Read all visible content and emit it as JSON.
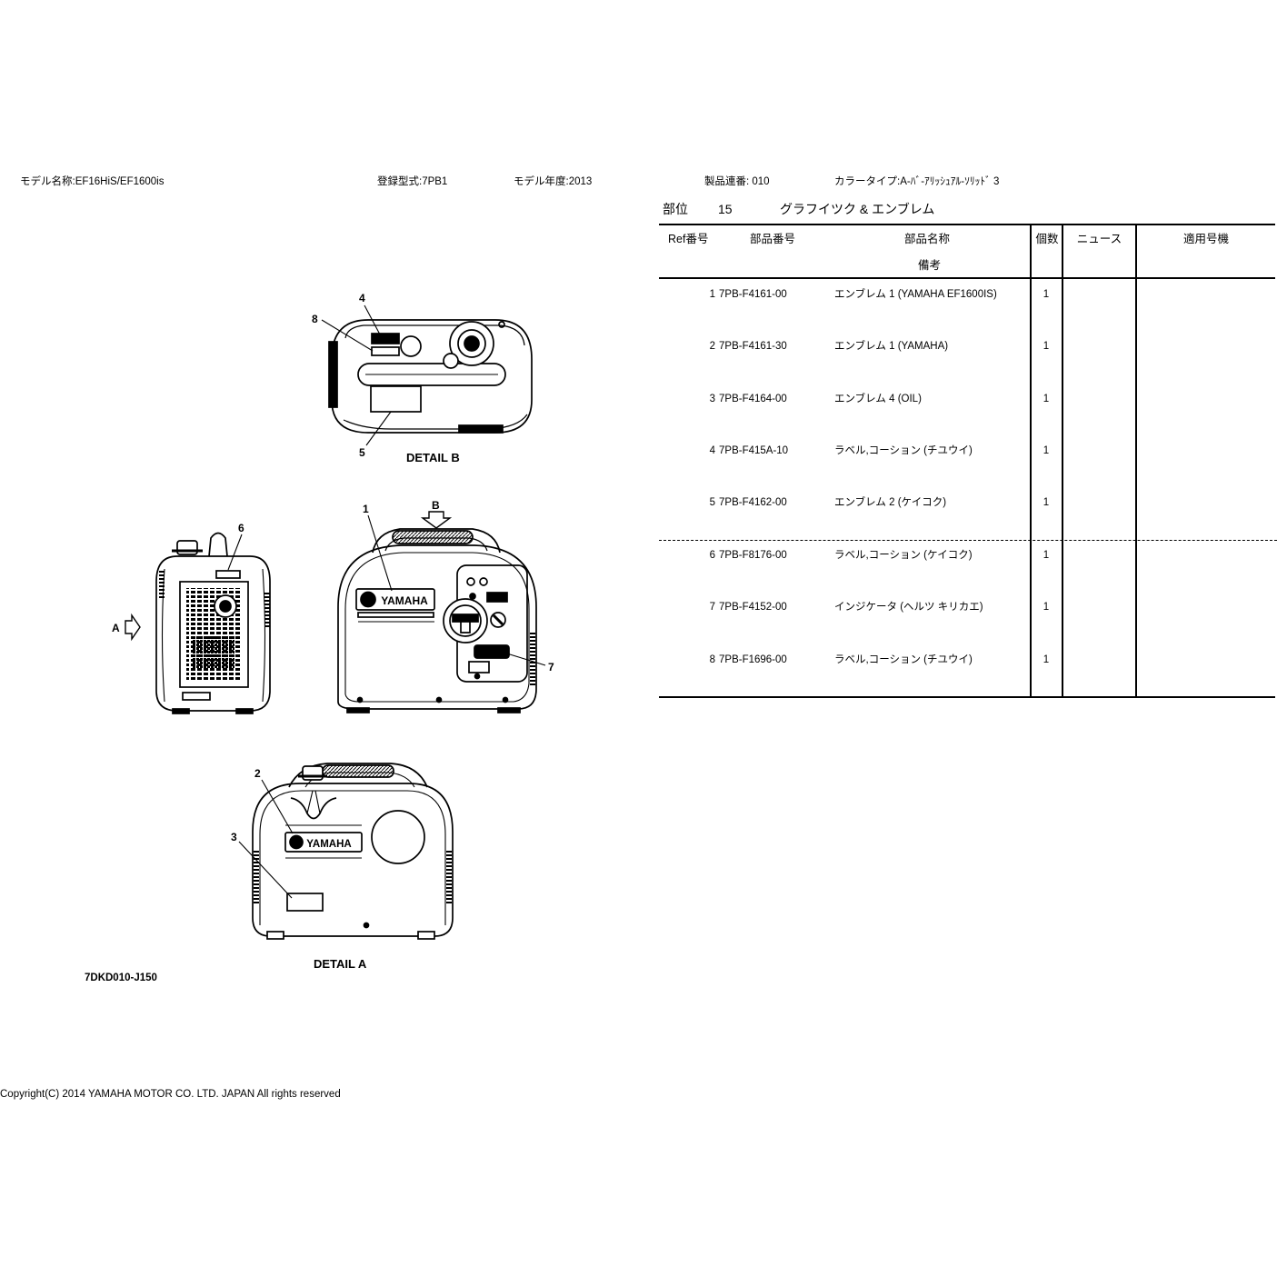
{
  "header": {
    "model_name": "モデル名称:EF16HiS/EF1600is",
    "registered_type": "登録型式:7PB1",
    "model_year": "モデル年度:2013",
    "serial": "製品連番: 010",
    "color_type": "カラータイプ:A-ﾊﾞ-ｱﾘｯｼｭｱﾙ-ｿﾘｯﾄﾞ 3"
  },
  "section": {
    "label": "部位",
    "number": "15",
    "title": "グラフイツク & エンブレム"
  },
  "table": {
    "columns": {
      "ref": "Ref番号",
      "part_no": "部品番号",
      "part_name": "部品名称",
      "remarks": "備考",
      "qty": "個数",
      "news": "ニュース",
      "applicable": "適用号機"
    },
    "rows": [
      {
        "ref": "1",
        "part_no": "7PB-F4161-00",
        "name": "エンブレム 1 (YAMAHA EF1600IS)",
        "qty": "1"
      },
      {
        "ref": "2",
        "part_no": "7PB-F4161-30",
        "name": "エンブレム 1 (YAMAHA)",
        "qty": "1"
      },
      {
        "ref": "3",
        "part_no": "7PB-F4164-00",
        "name": "エンブレム 4 (OIL)",
        "qty": "1"
      },
      {
        "ref": "4",
        "part_no": "7PB-F415A-10",
        "name": "ラベル,コーション (チユウイ)",
        "qty": "1"
      },
      {
        "ref": "5",
        "part_no": "7PB-F4162-00",
        "name": "エンブレム 2 (ケイコク)",
        "qty": "1"
      },
      {
        "ref": "6",
        "part_no": "7PB-F8176-00",
        "name": "ラベル,コーション (ケイコク)",
        "qty": "1"
      },
      {
        "ref": "7",
        "part_no": "7PB-F4152-00",
        "name": "インジケータ (ヘルツ キリカエ)",
        "qty": "1"
      },
      {
        "ref": "8",
        "part_no": "7PB-F1696-00",
        "name": "ラベル,コーション (チユウイ)",
        "qty": "1"
      }
    ]
  },
  "diagram": {
    "detail_b": {
      "title": "DETAIL B",
      "callouts": [
        "4",
        "8",
        "5"
      ]
    },
    "side_view": {
      "callouts": [
        "6"
      ],
      "arrow": "A"
    },
    "front_view": {
      "callouts": [
        "1",
        "7"
      ],
      "arrow": "B",
      "logo_text": "YAMAHA"
    },
    "detail_a": {
      "title": "DETAIL A",
      "callouts": [
        "2",
        "3"
      ],
      "logo_text": "YAMAHA"
    },
    "drawing_code": "7DKD010-J150"
  },
  "footer": {
    "copyright": "Copyright(C) 2014 YAMAHA MOTOR CO. LTD. JAPAN All rights reserved"
  }
}
